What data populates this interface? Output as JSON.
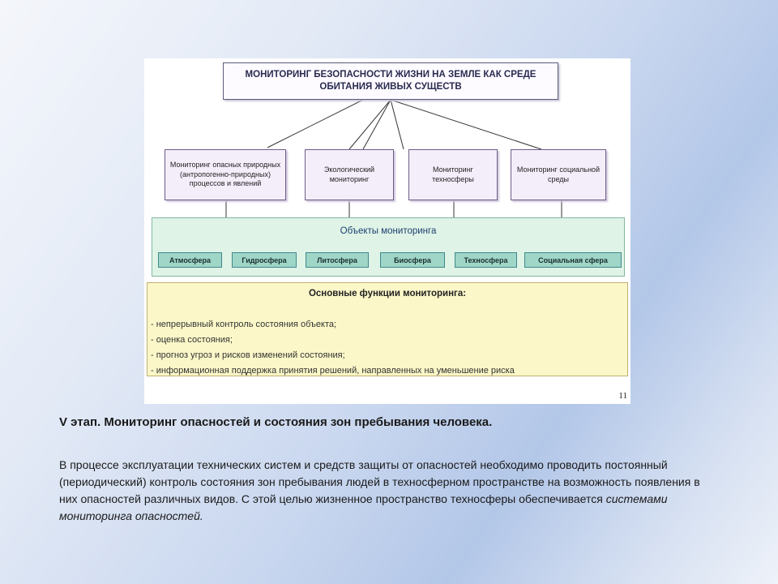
{
  "diagram": {
    "title": "МОНИТОРИНГ БЕЗОПАСНОСТИ ЖИЗНИ НА ЗЕМЛЕ КАК СРЕДЕ ОБИТАНИЯ ЖИВЫХ СУЩЕСТВ",
    "categories": [
      "Мониторинг опасных природных (антропогенно-природных) процессов и явлений",
      "Экологический мониторинг",
      "Мониторинг техносферы",
      "Мониторинг социальной среды"
    ],
    "objects_title": "Объекты мониторинга",
    "objects": [
      "Атмосфера",
      "Гидросфера",
      "Литосфера",
      "Биосфера",
      "Техносфера",
      "Социальная сфера"
    ],
    "functions_title": "Основные функции мониторинга:",
    "functions": [
      "- непрерывный контроль состояния объекта;",
      "- оценка состояния;",
      "- прогноз угроз и рисков изменений состояния;",
      "- информационная поддержка принятия решений, направленных на уменьшение риска"
    ],
    "page_number": "11"
  },
  "heading": "V этап. Мониторинг опасностей и состояния зон пребывания человека.",
  "paragraph": {
    "text": "В процессе эксплуатации технических систем и средств защиты от опасностей необходимо проводить постоянный (периодический) контроль состояния зон пребывания людей в техносферном пространстве на возможность появления в них опасностей различных видов. С этой целью жизненное пространство техносферы обеспечивается ",
    "emphasis": "системами мониторинга опасностей."
  }
}
